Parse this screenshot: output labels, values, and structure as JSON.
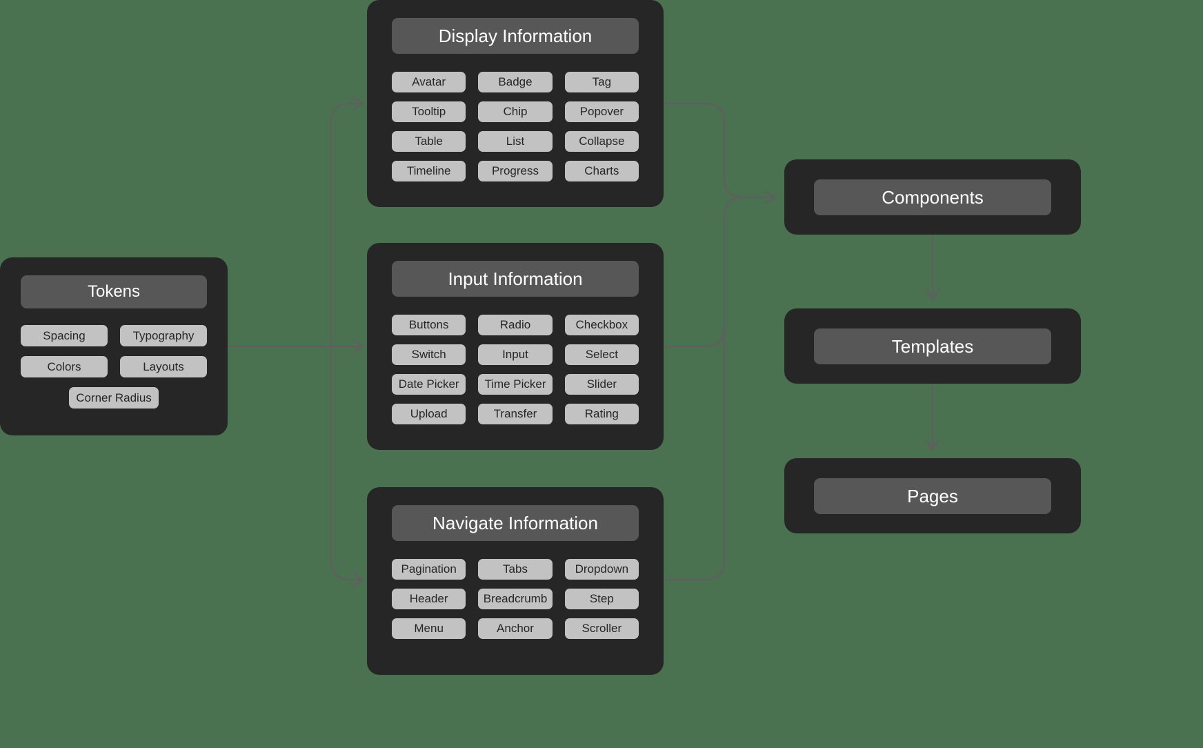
{
  "background_color": "#4a7250",
  "card_color": "#262626",
  "title_color": "#575757",
  "chip_color": "#c2c2c2",
  "edge_color": "#5f5f5f",
  "tokens": {
    "title": "Tokens",
    "items": [
      {
        "label": "Spacing"
      },
      {
        "label": "Typography"
      },
      {
        "label": "Colors"
      },
      {
        "label": "Layouts"
      },
      {
        "label": "Corner Radius"
      }
    ]
  },
  "groups": [
    {
      "id": "display",
      "title": "Display Information",
      "items": [
        {
          "label": "Avatar"
        },
        {
          "label": "Badge"
        },
        {
          "label": "Tag"
        },
        {
          "label": "Tooltip"
        },
        {
          "label": "Chip"
        },
        {
          "label": "Popover"
        },
        {
          "label": "Table"
        },
        {
          "label": "List"
        },
        {
          "label": "Collapse"
        },
        {
          "label": "Timeline"
        },
        {
          "label": "Progress"
        },
        {
          "label": "Charts"
        }
      ]
    },
    {
      "id": "input",
      "title": "Input Information",
      "items": [
        {
          "label": "Buttons"
        },
        {
          "label": "Radio"
        },
        {
          "label": "Checkbox"
        },
        {
          "label": "Switch"
        },
        {
          "label": "Input"
        },
        {
          "label": "Select"
        },
        {
          "label": "Date Picker"
        },
        {
          "label": "Time Picker"
        },
        {
          "label": "Slider"
        },
        {
          "label": "Upload"
        },
        {
          "label": "Transfer"
        },
        {
          "label": "Rating"
        }
      ]
    },
    {
      "id": "navigate",
      "title": "Navigate Information",
      "items": [
        {
          "label": "Pagination"
        },
        {
          "label": "Tabs"
        },
        {
          "label": "Dropdown"
        },
        {
          "label": "Header"
        },
        {
          "label": "Breadcrumb"
        },
        {
          "label": "Step"
        },
        {
          "label": "Menu"
        },
        {
          "label": "Anchor"
        },
        {
          "label": "Scroller"
        }
      ]
    }
  ],
  "stages": [
    {
      "id": "components",
      "title": "Components"
    },
    {
      "id": "templates",
      "title": "Templates"
    },
    {
      "id": "pages",
      "title": "Pages"
    }
  ]
}
